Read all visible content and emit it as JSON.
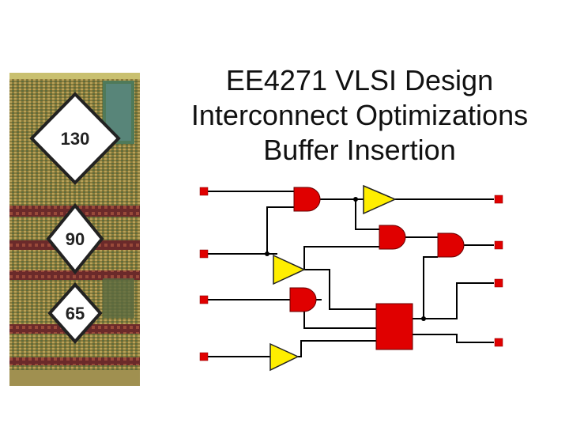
{
  "slide": {
    "title_lines": [
      "EE4271 VLSI Design",
      "Interconnect Optimizations",
      "Buffer Insertion"
    ]
  },
  "die_image": {
    "badges": [
      "130",
      "90",
      "65"
    ]
  },
  "circuit_diagram": {
    "colors": {
      "pin": "#e00000",
      "and_gate": "#e00000",
      "buffer": "#ffee00",
      "block": "#e00000",
      "wire": "#000000"
    }
  }
}
